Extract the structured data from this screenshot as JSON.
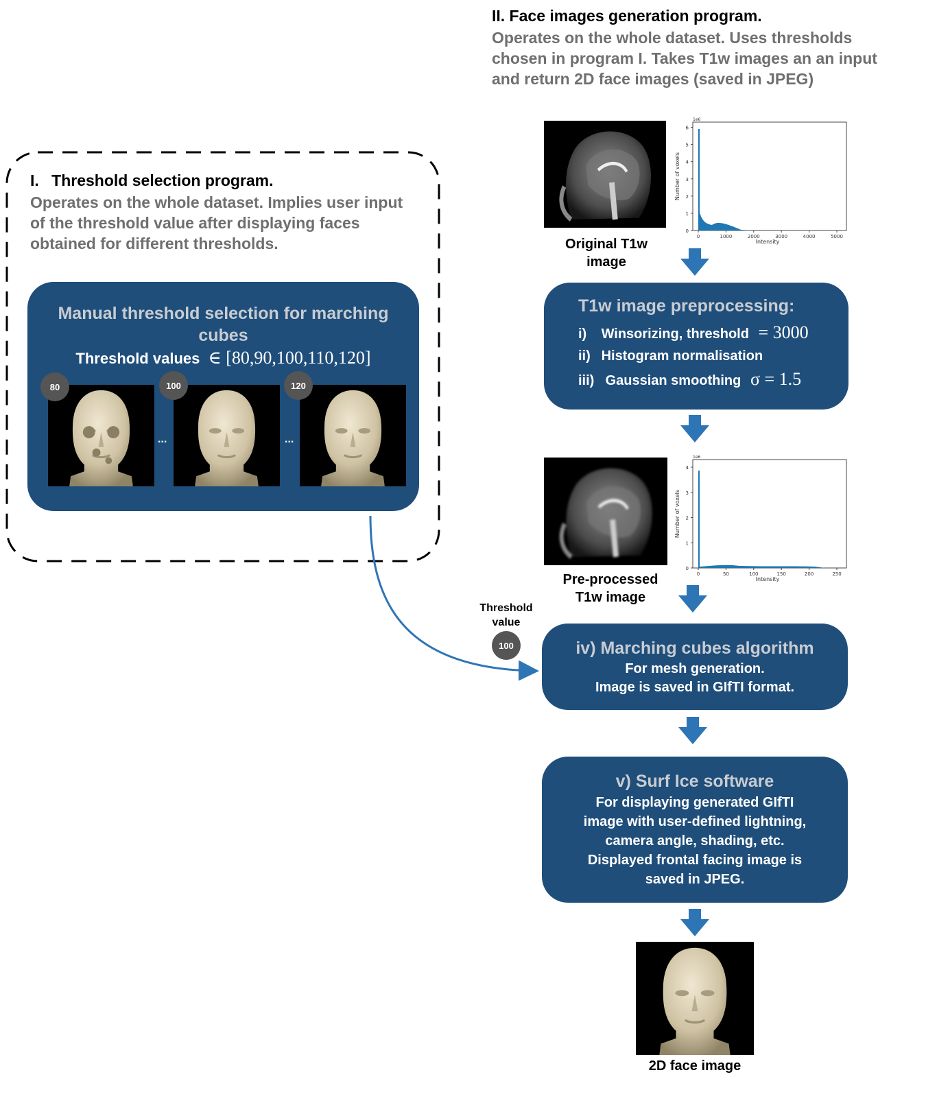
{
  "section2": {
    "heading": "II.  Face images generation program.",
    "desc_lines": [
      "Operates on the whole dataset. Uses thresholds",
      "chosen in program I. Takes T1w images an an input",
      "and return 2D face images (saved in JPEG)"
    ]
  },
  "section1": {
    "heading_num": "I.",
    "heading_text": "Threshold selection program.",
    "desc_lines": [
      "Operates on the whole dataset. Implies user input",
      "of the threshold value after displaying faces",
      "obtained for different thresholds."
    ],
    "box_title_lines": [
      "Manual threshold selection for marching",
      "cubes"
    ],
    "threshold_label": "Threshold values",
    "threshold_set": "∈ [80,90,100,110,120]",
    "faces": [
      {
        "badge": "80"
      },
      {
        "badge": "100"
      },
      {
        "badge": "120"
      }
    ],
    "ellipsis": "..."
  },
  "orig_hist": {
    "exp": "1e6",
    "yticks": [
      "0",
      "1",
      "2",
      "3",
      "4",
      "5",
      "6"
    ],
    "xticks": [
      "0",
      "1000",
      "2000",
      "3000",
      "4000",
      "5000"
    ],
    "xlabel": "Intensity",
    "ylabel": "Number of voxels"
  },
  "proc_hist": {
    "exp": "1e6",
    "yticks": [
      "0",
      "1",
      "2",
      "3",
      "4"
    ],
    "xticks": [
      "0",
      "50",
      "100",
      "150",
      "200",
      "250"
    ],
    "xlabel": "Intensity",
    "ylabel": "Number of voxels"
  },
  "captions": {
    "original": [
      "Original T1w",
      "image"
    ],
    "preprocessed": [
      "Pre-processed",
      "T1w image"
    ],
    "final": "2D face image"
  },
  "preproc": {
    "title": "T1w image preprocessing:",
    "step1_num": "i)",
    "step1_text": "Winsorizing, threshold",
    "step1_math": "= 3000",
    "step2_num": "ii)",
    "step2_text": "Histogram normalisation",
    "step3_num": "iii)",
    "step3_text": "Gaussian smoothing",
    "step3_math": "σ = 1.5"
  },
  "marching": {
    "title": "iv) Marching cubes algorithm",
    "lines": [
      "For mesh generation.",
      "Image is saved in GIfTI format."
    ]
  },
  "surfice": {
    "title": "v) Surf Ice software",
    "lines": [
      "For displaying generated GIfTI",
      "image with user-defined lightning,",
      "camera angle, shading, etc.",
      "Displayed frontal facing image is",
      "saved in JPEG."
    ]
  },
  "threshold_input": {
    "label_lines": [
      "Threshold",
      "value"
    ],
    "badge": "100"
  },
  "colors": {
    "box": "#1f4e7a",
    "arrow": "#2e75b6",
    "hist": "#1f77b4"
  }
}
